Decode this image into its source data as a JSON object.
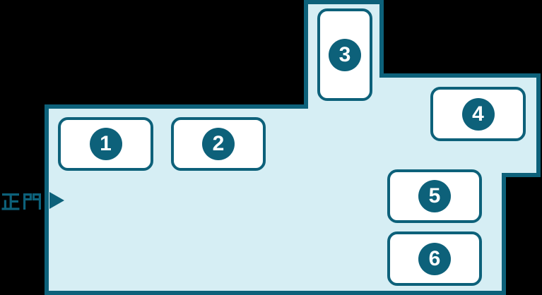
{
  "colors": {
    "background": "#000000",
    "area_fill": "#d6eef4",
    "outline": "#0d617a",
    "card_fill": "#ffffff",
    "badge_fill": "#0d617a",
    "badge_text": "#ffffff"
  },
  "map": {
    "type": "site-plan",
    "buildings": [
      {
        "number": "1"
      },
      {
        "number": "2"
      },
      {
        "number": "3"
      },
      {
        "number": "4"
      },
      {
        "number": "5"
      },
      {
        "number": "6"
      }
    ],
    "entrance": {
      "label": "正門",
      "arrow_icon": "right-pointing-triangle"
    }
  }
}
